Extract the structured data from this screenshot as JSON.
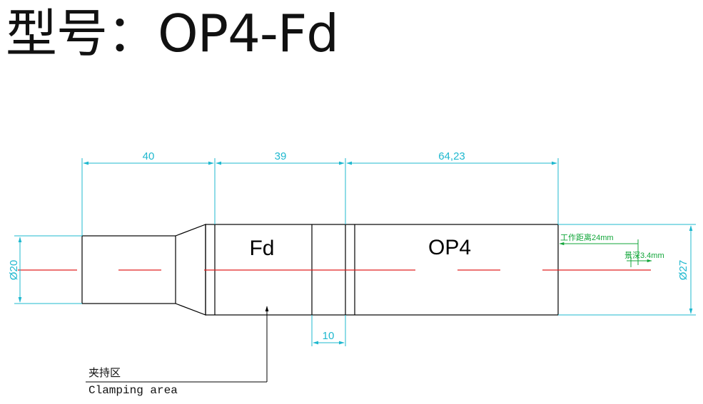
{
  "title": "型号：OP4-Fd",
  "dimensions": {
    "len1": "40",
    "len2": "39",
    "len3": "64,23",
    "gap": "10",
    "dia_left": "Ø20",
    "dia_right": "Ø27",
    "work_distance": "工作距离24mm",
    "depth_of_field": "景深3.4mm"
  },
  "labels": {
    "section_fd": "Fd",
    "section_op4": "OP4",
    "clamp_cn": "夹持区",
    "clamp_en": "Clamping area"
  },
  "colors": {
    "dimension_line": "#1fb8cf",
    "center_line": "#e02020",
    "outline": "#000000",
    "optical_dim": "#12a63a"
  }
}
